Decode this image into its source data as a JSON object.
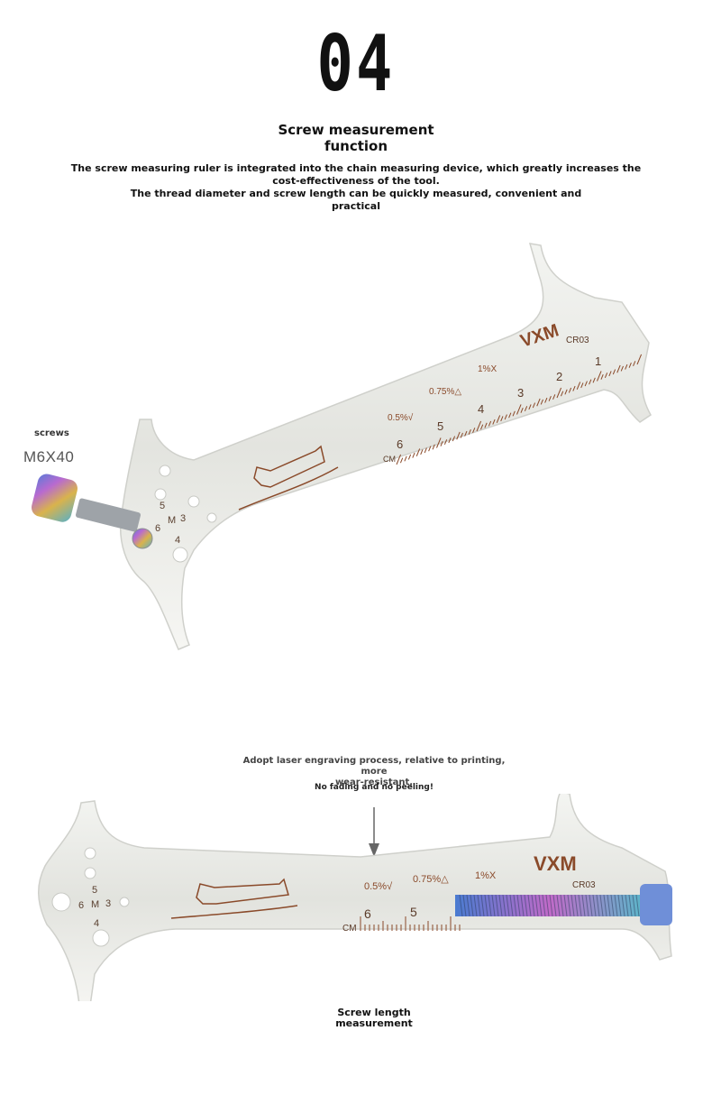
{
  "section_number": "04",
  "title_line1": "Screw measurement",
  "title_line2": "function",
  "description": {
    "line1": "The screw measuring ruler is integrated into the chain measuring device, which greatly increases the",
    "line2": "cost-effectiveness of the tool.",
    "line3": "The thread diameter and screw length can be quickly measured, convenient and",
    "line4": "practical"
  },
  "screw_label": "screws",
  "screw_size": "M6X40",
  "tool": {
    "brand": "VXM",
    "model": "CR03",
    "unit": "CM",
    "wear_levels": [
      "0.5%√",
      "0.75%△",
      "1%X"
    ],
    "hole_labels": [
      "5",
      "6",
      "M",
      "3",
      "4"
    ],
    "scale_numbers_top": [
      "6",
      "5",
      "4",
      "3",
      "2",
      "1"
    ],
    "scale_numbers_bottom": [
      "6",
      "5"
    ]
  },
  "note_engraving_line1": "Adopt laser engraving process, relative to printing, more",
  "note_engraving_line2": "wear-resistant,",
  "note_no_fading": "No fading and no peeling!",
  "caption_line1": "Screw length",
  "caption_line2": "measurement",
  "colors": {
    "steel": "#e9eae6",
    "steel_edge": "#c9cac5",
    "engrave": "#8a4a2a",
    "text": "#111111"
  }
}
